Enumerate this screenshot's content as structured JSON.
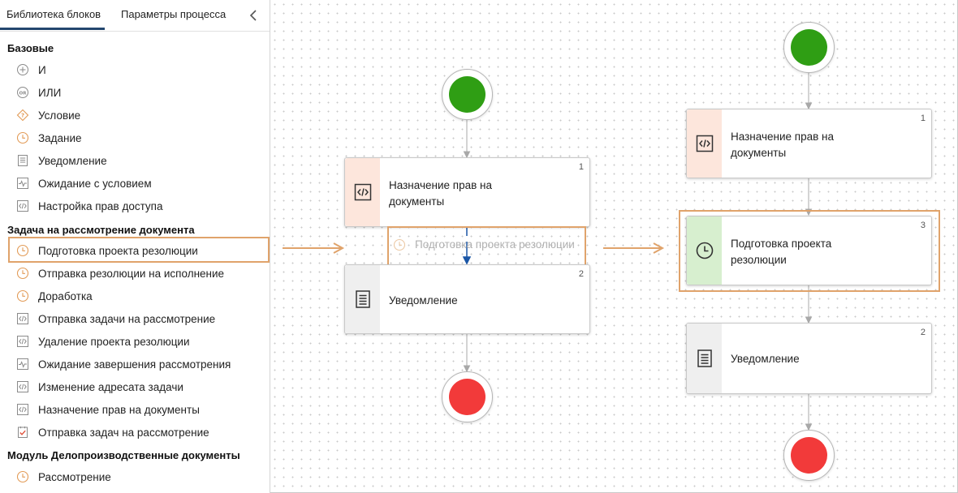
{
  "sidebar": {
    "tabs": [
      {
        "label": "Библиотека блоков",
        "active": true
      },
      {
        "label": "Параметры процесса",
        "active": false
      }
    ],
    "groups": [
      {
        "title": "Базовые",
        "items": [
          {
            "label": "И",
            "icon": "and-circle-icon"
          },
          {
            "label": "ИЛИ",
            "icon": "or-circle-icon"
          },
          {
            "label": "Условие",
            "icon": "condition-diamond-icon"
          },
          {
            "label": "Задание",
            "icon": "clock-icon"
          },
          {
            "label": "Уведомление",
            "icon": "document-icon"
          },
          {
            "label": "Ожидание с условием",
            "icon": "pulse-icon"
          },
          {
            "label": "Настройка прав доступа",
            "icon": "code-icon"
          }
        ]
      },
      {
        "title": "Задача на рассмотрение документа",
        "items": [
          {
            "label": "Подготовка проекта резолюции",
            "icon": "clock-icon",
            "highlighted": true
          },
          {
            "label": "Отправка резолюции на исполнение",
            "icon": "clock-icon"
          },
          {
            "label": "Доработка",
            "icon": "clock-icon"
          },
          {
            "label": "Отправка задачи на рассмотрение",
            "icon": "code-icon"
          },
          {
            "label": "Удаление проекта резолюции",
            "icon": "code-icon"
          },
          {
            "label": "Ожидание завершения рассмотрения",
            "icon": "pulse-icon"
          },
          {
            "label": "Изменение адресата задачи",
            "icon": "code-icon"
          },
          {
            "label": "Назначение прав на документы",
            "icon": "code-icon"
          },
          {
            "label": "Отправка задач на рассмотрение",
            "icon": "checklist-icon"
          }
        ]
      },
      {
        "title": "Модуль Делопроизводственные документы",
        "items": [
          {
            "label": "Рассмотрение",
            "icon": "clock-icon"
          }
        ]
      }
    ]
  },
  "diagram_left": {
    "blocks": [
      {
        "title_line1": "Назначение прав на",
        "title_line2": "документы",
        "number": "1",
        "icon": "code-icon"
      },
      {
        "title_line1": "Уведомление",
        "title_line2": "",
        "number": "2",
        "icon": "document-icon"
      }
    ],
    "drag_ghost_label": "Подготовка проекта резолюции"
  },
  "diagram_right": {
    "blocks": [
      {
        "title_line1": "Назначение прав на",
        "title_line2": "документы",
        "number": "1",
        "icon": "code-icon"
      },
      {
        "title_line1": "Подготовка проекта",
        "title_line2": "резолюции",
        "number": "3",
        "icon": "clock-icon",
        "highlighted": true
      },
      {
        "title_line1": "Уведомление",
        "title_line2": "",
        "number": "2",
        "icon": "document-icon"
      }
    ]
  },
  "colors": {
    "start": "#2f9e14",
    "end": "#f23a3a",
    "highlight": "#e0a36b",
    "tab_underline": "#23466e",
    "script_block_side": "#fde6dc",
    "task_block_side": "#d7efcf",
    "notice_block_side": "#efefef",
    "icon_orange": "#e29b57",
    "icon_gray": "#8a8a8a"
  }
}
